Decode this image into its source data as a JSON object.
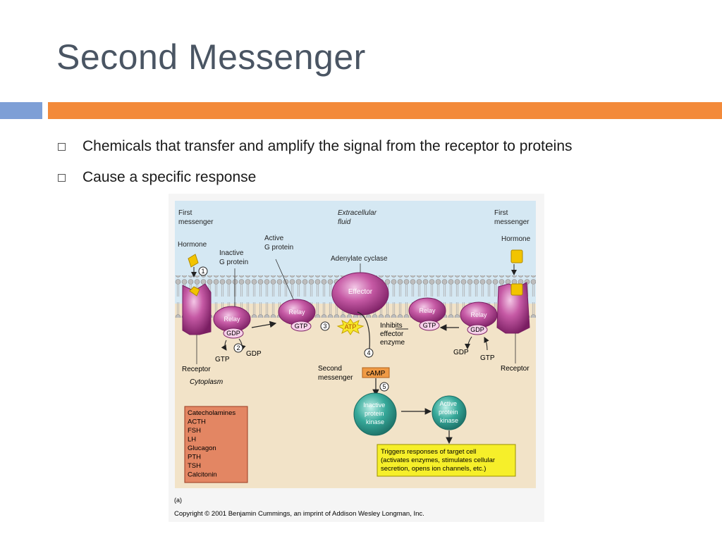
{
  "slide": {
    "title": "Second Messenger",
    "bullets": [
      "Chemicals that transfer and amplify the signal from the receptor to proteins",
      "Cause a specific response"
    ]
  },
  "figure": {
    "labels": {
      "first_messenger_left": [
        "First",
        "messenger"
      ],
      "first_messenger_right": [
        "First",
        "messenger"
      ],
      "extracellular": [
        "Extracellular",
        "fluid"
      ],
      "hormone_left": "Hormone",
      "hormone_right": "Hormone",
      "inactive_g": [
        "Inactive",
        "G protein"
      ],
      "active_g": [
        "Active",
        "G protein"
      ],
      "adenylate": "Adenylate cyclase",
      "effector": "Effector",
      "relay": "Relay",
      "gdp": "GDP",
      "gtp": "GTP",
      "atp": "ATP",
      "inhibits": [
        "Inhibits",
        "effector",
        "enzyme"
      ],
      "receptor": "Receptor",
      "cytoplasm": "Cytoplasm",
      "second_messenger": [
        "Second",
        "messenger"
      ],
      "camp": "cAMP",
      "inactive_kinase": [
        "Inactive",
        "protein",
        "kinase"
      ],
      "active_kinase": [
        "Active",
        "protein",
        "kinase"
      ],
      "triggers": [
        "Triggers responses of target cell",
        "(activates enzymes, stimulates cellular",
        "secretion, opens ion channels, etc.)"
      ],
      "hormone_list": [
        "Catecholamines",
        "ACTH",
        "FSH",
        "LH",
        "Glucagon",
        "PTH",
        "TSH",
        "Calcitonin"
      ],
      "panel": "(a)",
      "copyright": "Copyright © 2001 Benjamin Cummings, an imprint of Addison Wesley Longman, Inc."
    },
    "steps": [
      "1",
      "2",
      "3",
      "4",
      "5"
    ],
    "colors": {
      "extracellular": "#d5e8f3",
      "cytoplasm": "#f2e3c8",
      "protein": "#b0458f",
      "kinase": "#2a9d8f",
      "list_box": "#e38663",
      "triggers_box": "#f6ef2a",
      "camp_box": "#ef9a45"
    }
  }
}
